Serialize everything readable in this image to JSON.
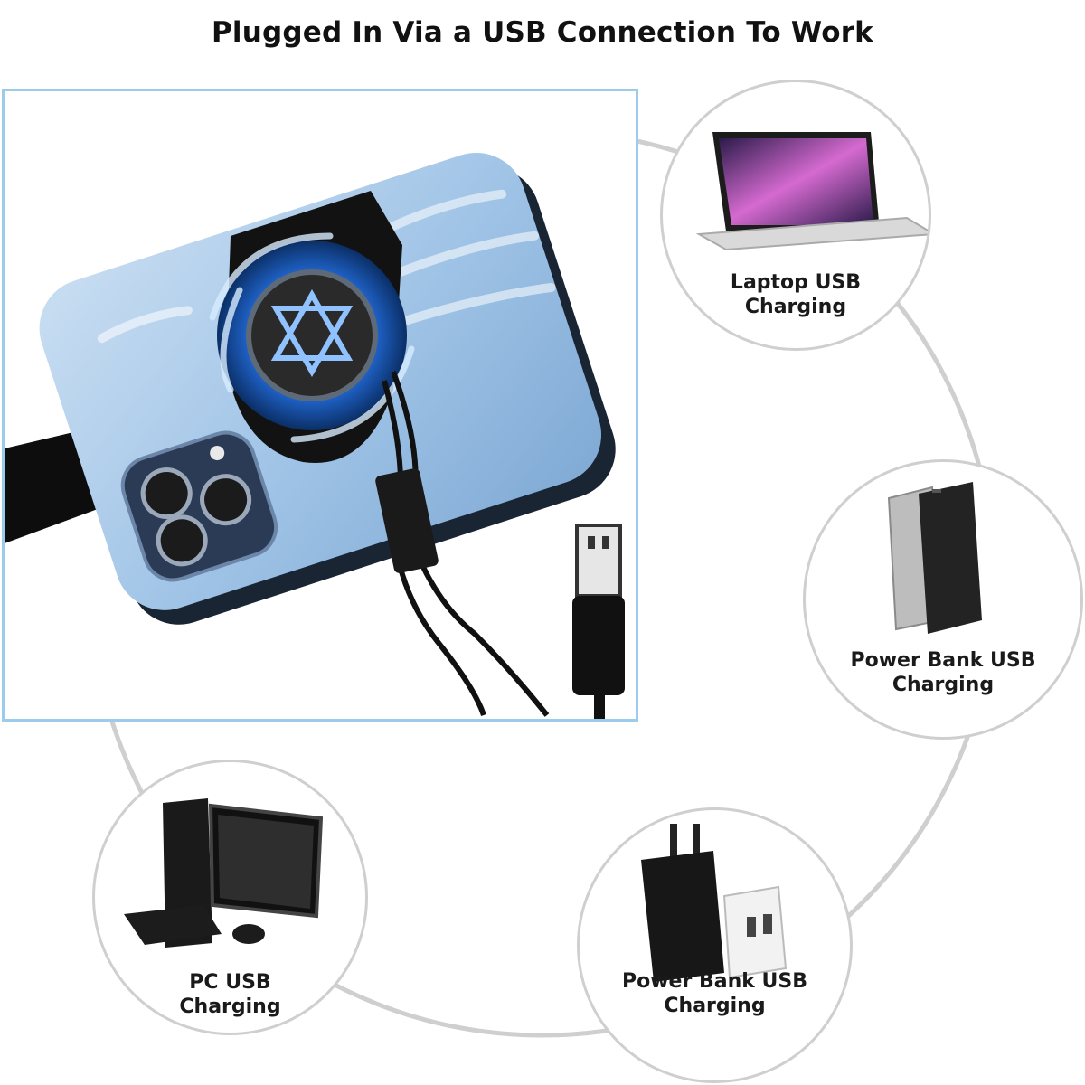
{
  "title": "Plugged In Via a USB Connection To Work",
  "colors": {
    "frame_border": "#9ccbeb",
    "ring": "#cfcfcf",
    "phone_blue": "#a8c9ea",
    "fan_glow": "#2a7fff"
  },
  "hero": {
    "icons": [
      "phone-cooler-fan-icon",
      "usb-a-plug-icon",
      "usb-cable-icon"
    ]
  },
  "sources": [
    {
      "id": "laptop",
      "icon": "laptop-icon",
      "line1": "Laptop USB",
      "line2": "Charging"
    },
    {
      "id": "powerbank",
      "icon": "power-bank-icon",
      "line1": "Power Bank USB",
      "line2": "Charging"
    },
    {
      "id": "adapter",
      "icon": "wall-adapter-icon",
      "line1": "Power Bank USB",
      "line2": "Charging"
    },
    {
      "id": "pc",
      "icon": "desktop-pc-icon",
      "line1": "PC USB",
      "line2": "Charging"
    }
  ]
}
